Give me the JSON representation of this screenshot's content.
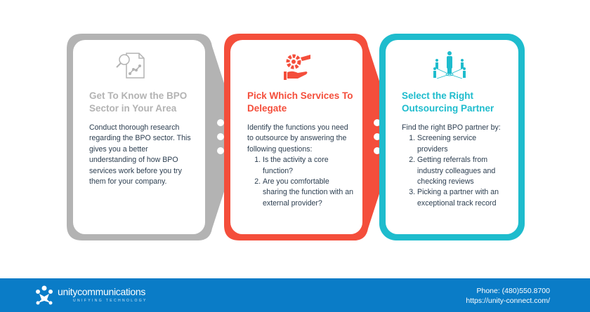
{
  "colors": {
    "gray": "#b3b3b3",
    "red": "#f44e3b",
    "teal": "#1ebccd",
    "footer": "#0a7cc7",
    "text": "#2c3e50"
  },
  "steps": [
    {
      "icon": "document-search-chart-icon",
      "title": "Get To Know the BPO Sector in Your Area",
      "body": "Conduct thorough research regarding the BPO sector. This gives you a better understanding of how BPO services work before you try them for your company."
    },
    {
      "icon": "gear-hand-icon",
      "title": "Pick Which Services To Delegate",
      "body": "Identify the functions you need to outsource by answering the following questions:",
      "items": [
        "Is the activity a core function?",
        "Are you comfortable sharing the function with an external provider?"
      ]
    },
    {
      "icon": "network-people-icon",
      "title": "Select the Right Outsourcing Partner",
      "body": "Find the right BPO partner by:",
      "items": [
        "Screening service providers",
        "Getting referrals from industry colleagues and checking reviews",
        "Picking a partner with an exceptional track record"
      ]
    }
  ],
  "footer": {
    "logo_name": "unitycommunications",
    "logo_tagline": "UNIFYING TECHNOLOGY",
    "phone": "Phone: (480)550.8700",
    "url": "https://unity-connect.com/"
  }
}
